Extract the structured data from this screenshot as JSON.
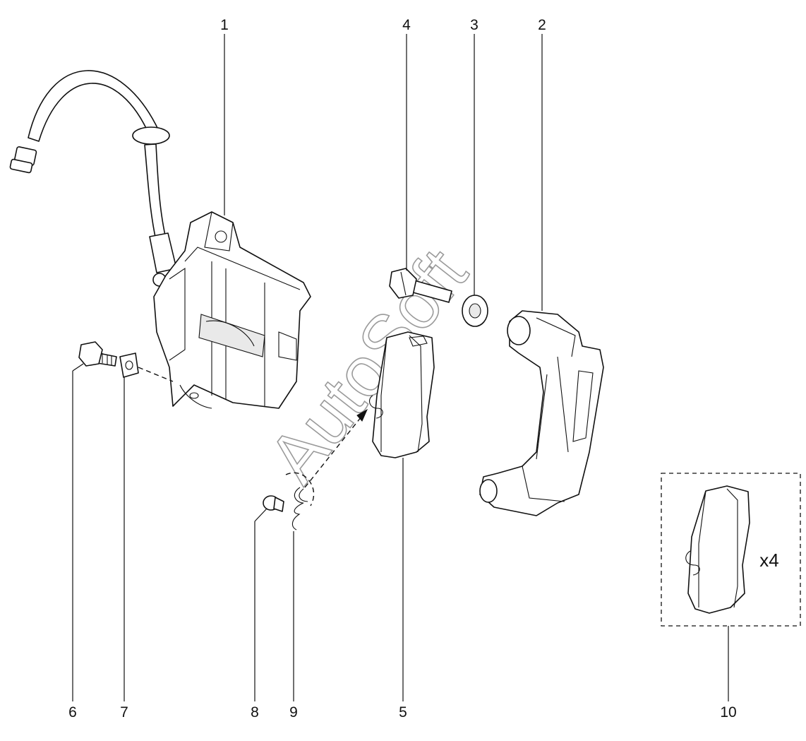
{
  "callouts": {
    "c1": "1",
    "c2": "2",
    "c3": "3",
    "c4": "4",
    "c5": "5",
    "c6": "6",
    "c7": "7",
    "c8": "8",
    "c9": "9",
    "c10": "10"
  },
  "kit": {
    "quantity_label": "x4"
  },
  "watermark": {
    "text": "AutoSoft"
  }
}
